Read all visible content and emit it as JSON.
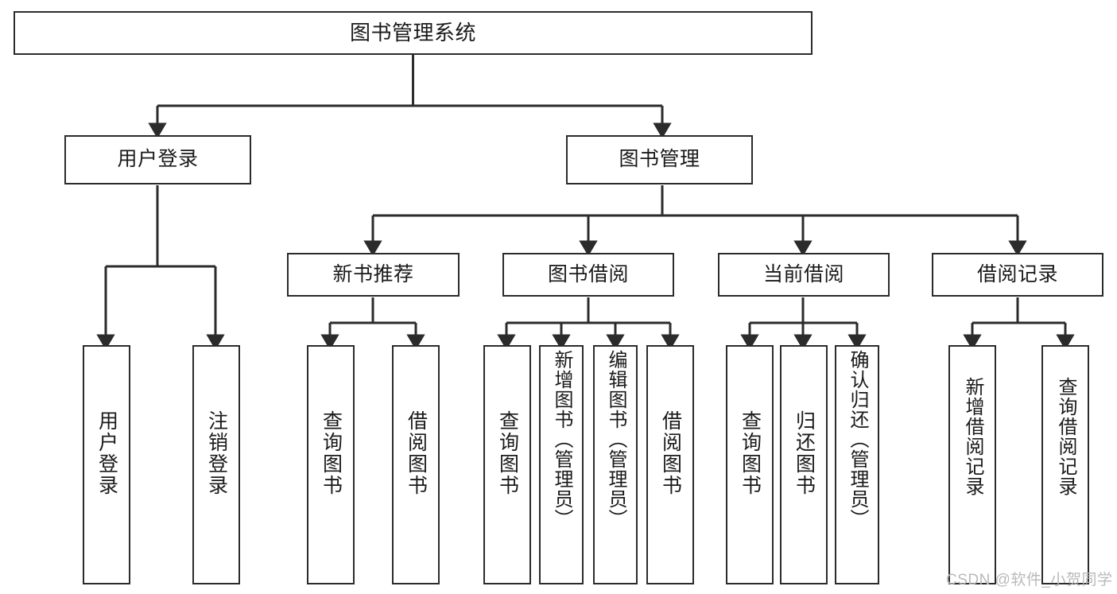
{
  "diagram": {
    "type": "tree-hierarchy-chart",
    "title": "图书管理系统",
    "stroke_color": "#2b2b2b",
    "fill_color": "#ffffff",
    "text_color": "#1a1a1a",
    "levels": [
      {
        "level": 0,
        "nodes": [
          {
            "id": "root",
            "label": "图书管理系统",
            "orientation": "horizontal"
          }
        ]
      },
      {
        "level": 1,
        "nodes": [
          {
            "id": "login",
            "label": "用户登录",
            "orientation": "horizontal",
            "parent": "root"
          },
          {
            "id": "bookmgmt",
            "label": "图书管理",
            "orientation": "horizontal",
            "parent": "root"
          }
        ]
      },
      {
        "level": 2,
        "nodes": [
          {
            "id": "newbook",
            "label": "新书推荐",
            "orientation": "horizontal",
            "parent": "bookmgmt"
          },
          {
            "id": "borrow",
            "label": "图书借阅",
            "orientation": "horizontal",
            "parent": "bookmgmt"
          },
          {
            "id": "current",
            "label": "当前借阅",
            "orientation": "horizontal",
            "parent": "bookmgmt"
          },
          {
            "id": "records",
            "label": "借阅记录",
            "orientation": "horizontal",
            "parent": "bookmgmt"
          }
        ]
      },
      {
        "level": 3,
        "nodes": [
          {
            "id": "leaf1",
            "label": "用户登录",
            "orientation": "vertical",
            "parent": "login"
          },
          {
            "id": "leaf2",
            "label": "注销登录",
            "orientation": "vertical",
            "parent": "login"
          },
          {
            "id": "leaf3",
            "label": "查询图书",
            "orientation": "vertical",
            "parent": "newbook"
          },
          {
            "id": "leaf4",
            "label": "借阅图书",
            "orientation": "vertical",
            "parent": "newbook"
          },
          {
            "id": "leaf5",
            "label": "查询图书",
            "orientation": "vertical",
            "parent": "borrow"
          },
          {
            "id": "leaf6",
            "label": "新增图书（管理员）",
            "orientation": "vertical",
            "parent": "borrow"
          },
          {
            "id": "leaf7",
            "label": "编辑图书（管理员）",
            "orientation": "vertical",
            "parent": "borrow"
          },
          {
            "id": "leaf8",
            "label": "借阅图书",
            "orientation": "vertical",
            "parent": "borrow"
          },
          {
            "id": "leaf9",
            "label": "查询图书",
            "orientation": "vertical",
            "parent": "current"
          },
          {
            "id": "leaf10",
            "label": "归还图书",
            "orientation": "vertical",
            "parent": "current"
          },
          {
            "id": "leaf11",
            "label": "确认归还（管理员）",
            "orientation": "vertical",
            "parent": "current"
          },
          {
            "id": "leaf12",
            "label": "新增借阅记录",
            "orientation": "vertical",
            "parent": "records"
          },
          {
            "id": "leaf13",
            "label": "查询借阅记录",
            "orientation": "vertical",
            "parent": "records"
          }
        ]
      }
    ]
  },
  "watermark": {
    "text": "CSDN @软件_小贺同学"
  }
}
